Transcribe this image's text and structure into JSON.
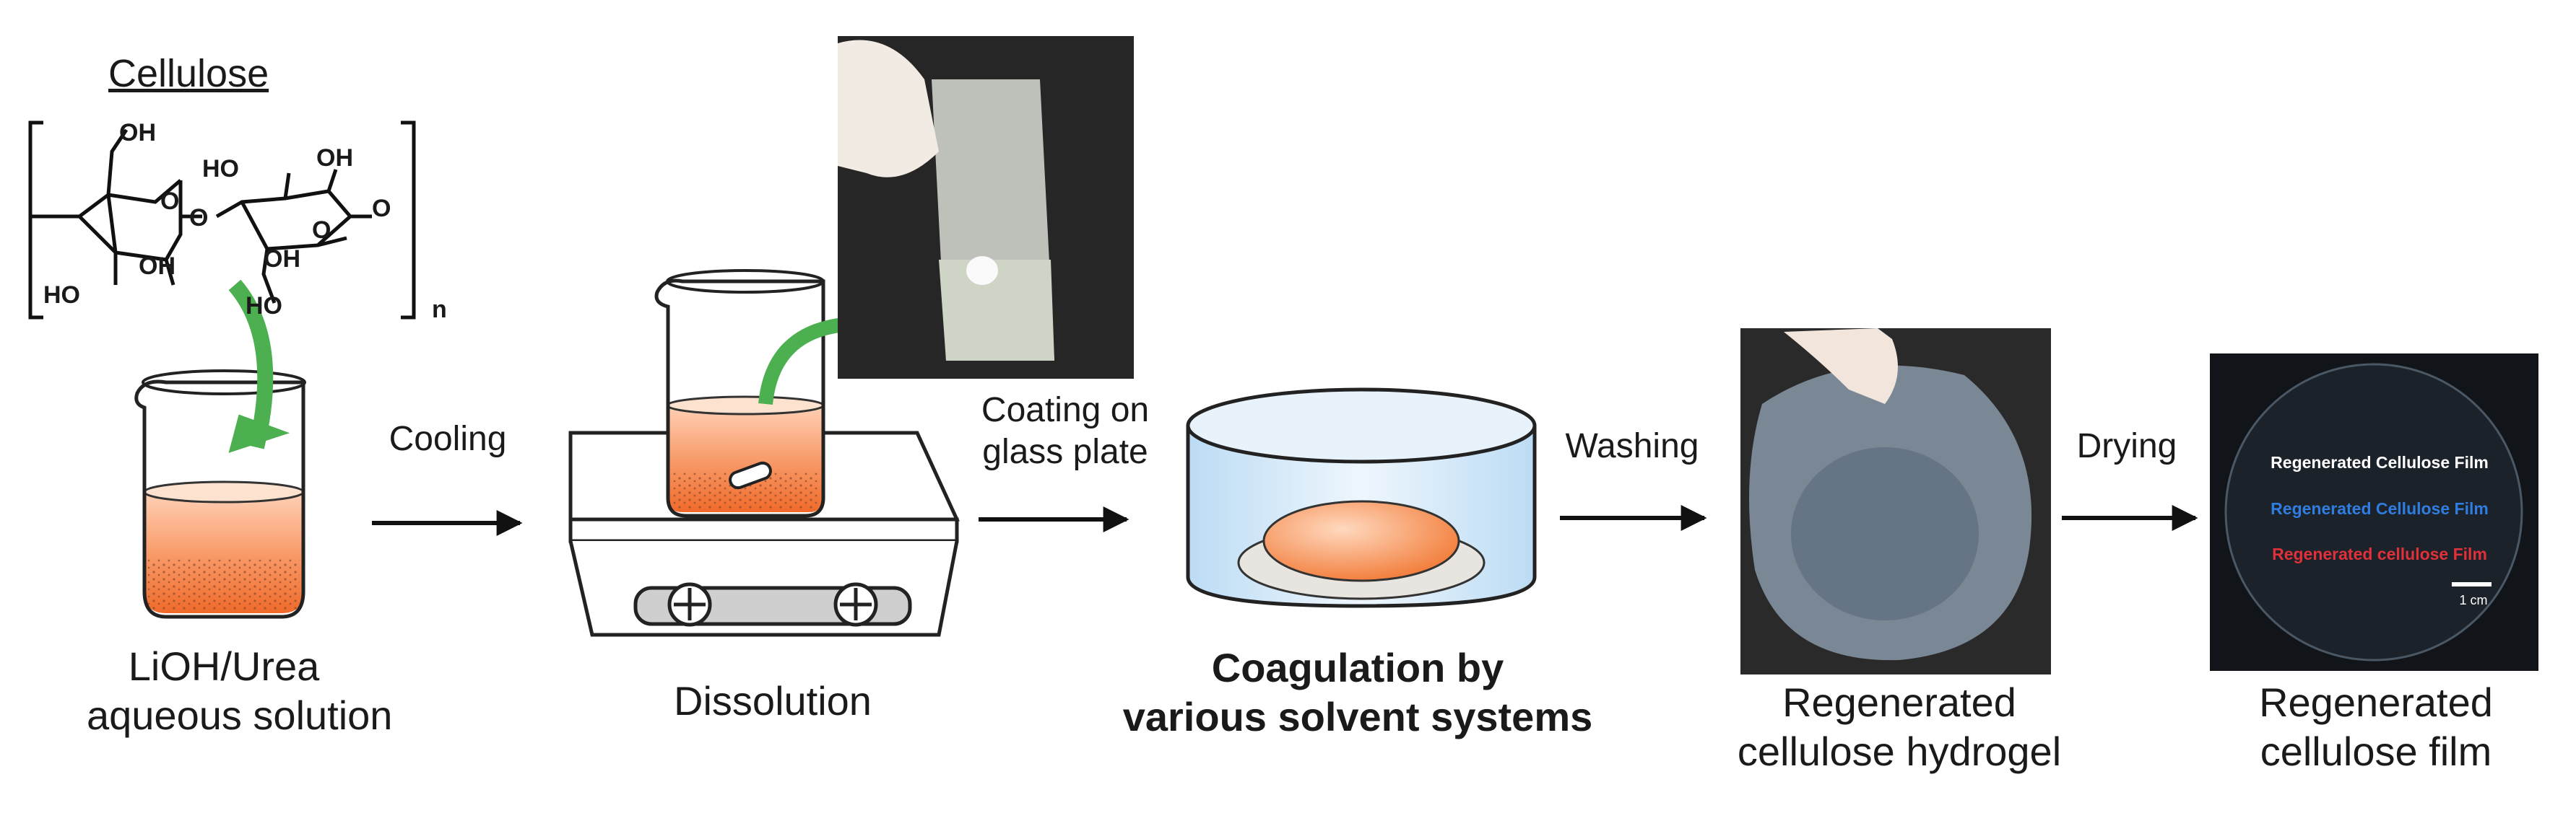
{
  "cellulose": {
    "title": "Cellulose",
    "oh_groups": [
      "OH",
      "HO",
      "OH",
      "HO",
      "OH",
      "HO",
      "OH"
    ],
    "ring_oxygens": [
      "O",
      "O"
    ],
    "linkers": [
      "O",
      "O"
    ],
    "repeat": "n"
  },
  "steps": {
    "solution": {
      "line1": "LiOH/Urea",
      "line2": "aqueous solution"
    },
    "dissolution": {
      "line1": "Dissolution"
    },
    "coagulation": {
      "line1": "Coagulation by",
      "line2": "various solvent systems"
    },
    "hydrogel": {
      "line1": "Regenerated",
      "line2": "cellulose hydrogel"
    },
    "film": {
      "line1": "Regenerated",
      "line2": "cellulose film"
    }
  },
  "arrows": {
    "cooling": "Cooling",
    "coating_line1": "Coating on",
    "coating_line2": "glass plate",
    "washing": "Washing",
    "drying": "Drying"
  },
  "film_photo": {
    "line_white": "Regenerated Cellulose Film",
    "line_blue": "Regenerated Cellulose Film",
    "line_red": "Regenerated cellulose Film",
    "scale": "1 cm"
  },
  "colors": {
    "solution_orange": "#f47a3a",
    "arrow_green": "#4caf50",
    "film_blue": "#2f7de1",
    "film_red": "#e0303a"
  }
}
